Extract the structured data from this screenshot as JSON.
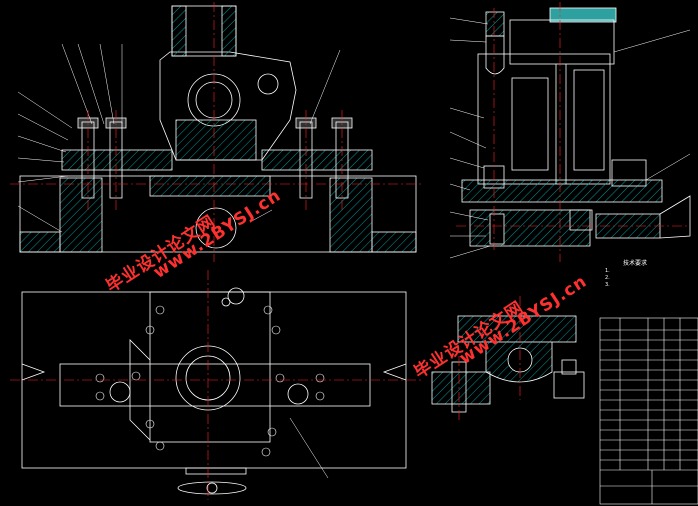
{
  "watermarks": {
    "text_cn_left": "毕业设计论文网",
    "text_url_left": "www.2BYSJ.cn",
    "text_cn_right": "毕业设计论文网",
    "text_url_right": "www.2BYSJ.cn"
  },
  "notes": {
    "title": "技术要求",
    "lines": [
      "1.",
      "2.",
      "3."
    ]
  },
  "colors": {
    "background": "#000000",
    "outline": "#ffffff",
    "centerline": "#ff2020",
    "hatch": "#00c0c0",
    "watermark": "#ff3030",
    "highlight": "#2fa0a0"
  }
}
